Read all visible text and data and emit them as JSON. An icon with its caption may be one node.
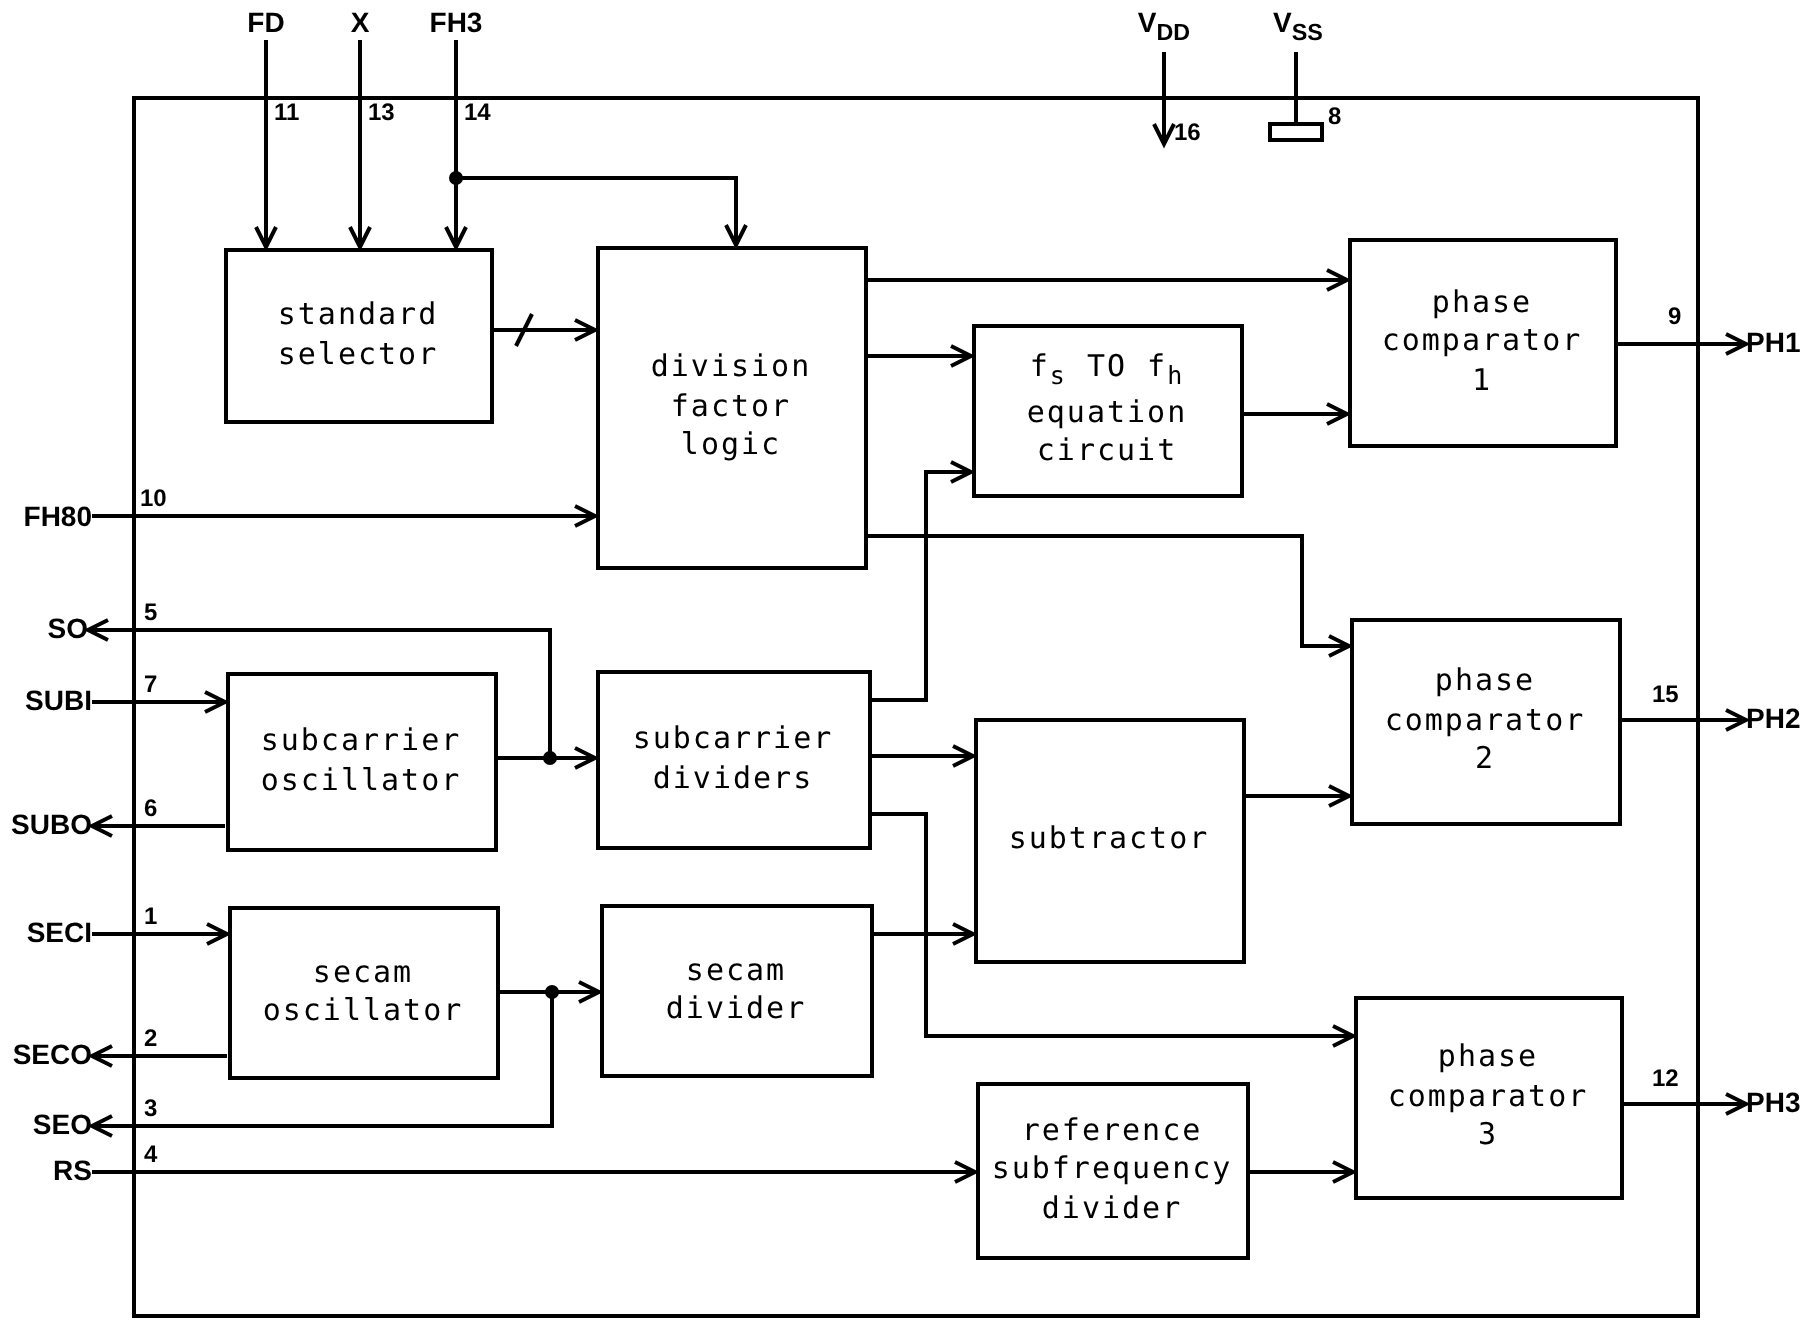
{
  "diagram": {
    "nodes": [
      {
        "text": [],
        "shape": "box"
      },
      {
        "text": [
          "standard selector"
        ],
        "in": 0
      },
      {
        "text": [
          "division factor logic"
        ],
        "in": 0
      },
      {
        "text": [
          "phase comparator 1"
        ],
        "in": 0
      },
      {
        "text": [
          "f$_{s}$ TO f$_{h}$ equation circuit"
        ],
        "in": 0
      },
      {
        "text": [
          "subcarrier oscillator"
        ],
        "in": 0
      },
      {
        "text": [
          "subcarrier dividers"
        ],
        "in": 0
      },
      {
        "text": [
          "phase comparator 2"
        ],
        "in": 0
      },
      {
        "text": [
          "subtractor"
        ],
        "in": 0
      },
      {
        "text": [
          "secam oscillator"
        ],
        "in": 0
      },
      {
        "text": [
          "secam divider"
        ],
        "in": 0
      },
      {
        "text": [
          "phase comparator 3"
        ],
        "in": 0
      },
      {
        "text": [
          "reference subfrequency divider"
        ],
        "in": 0
      },
      {
        "text": [
          "FD"
        ]
      },
      {
        "text": [
          "X"
        ]
      },
      {
        "text": [
          "FH3"
        ]
      },
      {
        "text": [
          "V$_{DD}$"
        ]
      },
      {
        "text": [
          "V$_{SS}$"
        ]
      },
      {
        "text": [
          "PH1"
        ]
      },
      {
        "text": [
          "FH80"
        ]
      },
      {
        "text": [
          "SO"
        ]
      },
      {
        "text": [
          "SUBI"
        ]
      },
      {
        "text": [
          "PH2"
        ]
      },
      {
        "text": [
          "SUBO"
        ]
      },
      {
        "text": [
          "SECI"
        ]
      },
      {
        "text": [
          "SECO"
        ]
      },
      {
        "text": [
          "SEO"
        ]
      },
      {
        "text": [
          "PH3"
        ]
      },
      {
        "text": [
          "RS"
        ]
      }
    ],
    "edges": [
      {
        "from": 13,
        "to": 1,
        "arrow": "to",
        "label": "11"
      },
      {
        "from": 14,
        "to": 1,
        "arrow": "to",
        "label": "13"
      },
      {
        "from": 15,
        "to": 1,
        "arrow": "to",
        "label": "14"
      },
      {
        "from": 15,
        "to": 2,
        "arrow": "to"
      },
      {
        "from": 1,
        "to": 2,
        "arrow": "to"
      },
      {
        "from": 19,
        "to": 2,
        "arrow": "to",
        "label": "10"
      },
      {
        "from": 2,
        "to": 3,
        "arrow": "to"
      },
      {
        "from": 2,
        "to": 4,
        "arrow": "to"
      },
      {
        "from": 2,
        "to": 7,
        "arrow": "to"
      },
      {
        "from": 4,
        "to": 3,
        "arrow": "to"
      },
      {
        "from": 6,
        "to": 4,
        "arrow": "to"
      },
      {
        "from": 3,
        "to": 18,
        "arrow": "to",
        "label": "9"
      },
      {
        "from": 5,
        "to": 20,
        "arrow": "to",
        "label": "5"
      },
      {
        "from": 21,
        "to": 5,
        "arrow": "to",
        "label": "7"
      },
      {
        "from": 5,
        "to": 6,
        "arrow": "to"
      },
      {
        "from": 5,
        "to": 23,
        "arrow": "to",
        "label": "6"
      },
      {
        "from": 6,
        "to": 8,
        "arrow": "to"
      },
      {
        "from": 6,
        "to": 11,
        "arrow": "to"
      },
      {
        "from": 8,
        "to": 7,
        "arrow": "to"
      },
      {
        "from": 7,
        "to": 22,
        "arrow": "to",
        "label": "15"
      },
      {
        "from": 24,
        "to": 9,
        "arrow": "to",
        "label": "1"
      },
      {
        "from": 9,
        "to": 25,
        "arrow": "to",
        "label": "2"
      },
      {
        "from": 9,
        "to": 10,
        "arrow": "to"
      },
      {
        "from": 9,
        "to": 26,
        "arrow": "to",
        "label": "3"
      },
      {
        "from": 10,
        "to": 8,
        "arrow": "to"
      },
      {
        "from": 28,
        "to": 12,
        "arrow": "to",
        "label": "4"
      },
      {
        "from": 12,
        "to": 11,
        "arrow": "to"
      },
      {
        "from": 11,
        "to": 27,
        "arrow": "to",
        "label": "12"
      },
      {
        "from": 16,
        "to": 0,
        "arrow": "to",
        "label": "16"
      },
      {
        "from": 17,
        "to": 0,
        "arrow": "other",
        "label": "8"
      }
    ]
  }
}
